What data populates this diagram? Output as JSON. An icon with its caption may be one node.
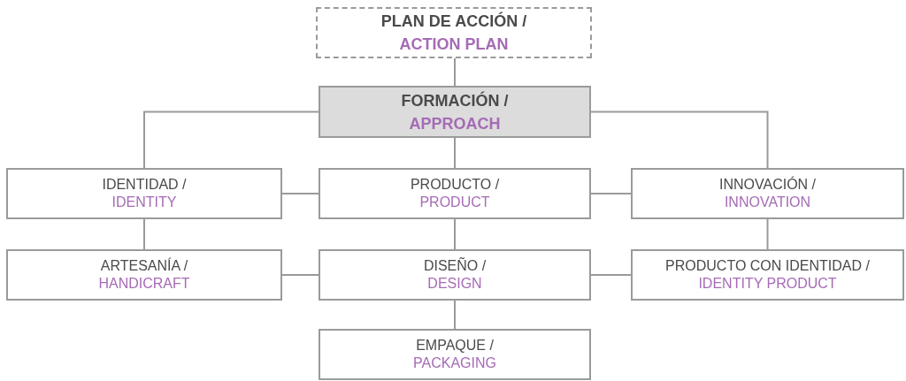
{
  "diagram": {
    "nodes": [
      {
        "text": [
          "PLAN DE ACCIÓN /",
          "ACTION PLAN"
        ]
      },
      {
        "text": [
          "FORMACIÓN /",
          "APPROACH"
        ]
      },
      {
        "text": [
          "IDENTIDAD /",
          "IDENTITY"
        ]
      },
      {
        "text": [
          "PRODUCTO /",
          "PRODUCT"
        ]
      },
      {
        "text": [
          "INNOVACIÓN /",
          "INNOVATION"
        ]
      },
      {
        "text": [
          "ARTESANÍA /",
          "HANDICRAFT"
        ]
      },
      {
        "text": [
          "DISEÑO /",
          "DESIGN"
        ]
      },
      {
        "text": [
          "PRODUCTO CON IDENTIDAD /",
          "IDENTITY PRODUCT"
        ]
      },
      {
        "text": [
          "EMPAQUE /",
          "PACKAGING"
        ]
      }
    ],
    "edges": [
      {
        "from": 0,
        "to": 1,
        "arrow": "none"
      },
      {
        "from": 1,
        "to": 2,
        "arrow": "none"
      },
      {
        "from": 1,
        "to": 3,
        "arrow": "none"
      },
      {
        "from": 1,
        "to": 4,
        "arrow": "none"
      },
      {
        "from": 2,
        "to": 3,
        "arrow": "none"
      },
      {
        "from": 3,
        "to": 4,
        "arrow": "none"
      },
      {
        "from": 2,
        "to": 5,
        "arrow": "none"
      },
      {
        "from": 3,
        "to": 6,
        "arrow": "none"
      },
      {
        "from": 4,
        "to": 7,
        "arrow": "none"
      },
      {
        "from": 5,
        "to": 6,
        "arrow": "none"
      },
      {
        "from": 6,
        "to": 7,
        "arrow": "none"
      },
      {
        "from": 6,
        "to": 8,
        "arrow": "none"
      }
    ]
  }
}
